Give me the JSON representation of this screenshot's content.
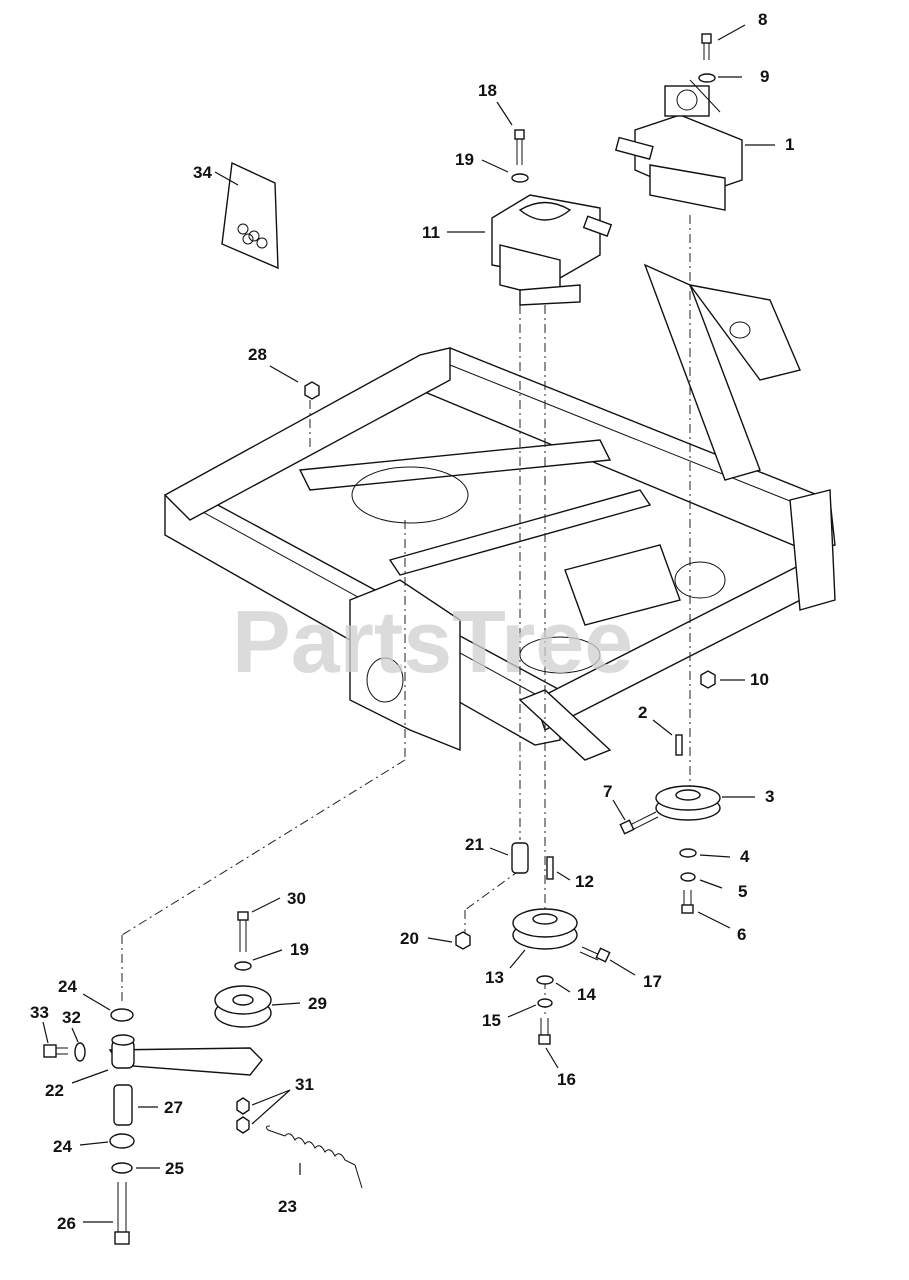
{
  "watermark": "PartsTree",
  "callouts": {
    "c1": "1",
    "c2": "2",
    "c3": "3",
    "c4": "4",
    "c5": "5",
    "c6": "6",
    "c7": "7",
    "c8": "8",
    "c9": "9",
    "c10": "10",
    "c11": "11",
    "c12": "12",
    "c13": "13",
    "c14": "14",
    "c15": "15",
    "c16": "16",
    "c17": "17",
    "c18": "18",
    "c19a": "19",
    "c19b": "19",
    "c20": "20",
    "c21": "21",
    "c22": "22",
    "c23": "23",
    "c24a": "24",
    "c24b": "24",
    "c25": "25",
    "c26": "26",
    "c27": "27",
    "c28": "28",
    "c29": "29",
    "c30": "30",
    "c31": "31",
    "c32": "32",
    "c33": "33",
    "c34": "34"
  }
}
